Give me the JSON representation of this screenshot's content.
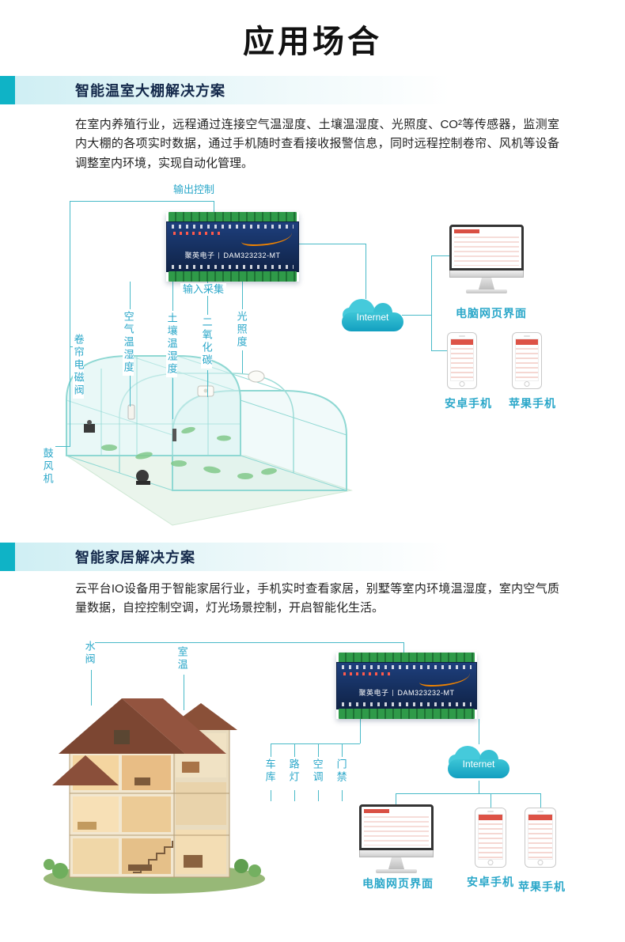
{
  "page": {
    "title": "应用场合"
  },
  "colors": {
    "accent_teal": "#0fb3c6",
    "label_blue": "#2aa7c9",
    "wire_teal": "#49bac8",
    "device_navy": "#16305e",
    "terminal_green": "#2f9a49",
    "device_orange": "#f08300"
  },
  "s1": {
    "heading": "智能温室大棚解决方案",
    "paragraph": "在室内养殖行业，远程通过连接空气温湿度、土壤温湿度、光照度、CO²等传感器，监测室内大棚的各项实时数据，通过手机随时查看接收报警信息，同时远程控制卷帘、风机等设备调整室内环境，实现自动化管理。",
    "device": {
      "brand": "聚英电子",
      "model": "DAM323232-MT"
    },
    "labels": {
      "output_control": "输出控制",
      "input_collect": "输入采集",
      "curtain_valve": "卷帘电磁阀",
      "air_temp_humidity": "空气温湿度",
      "soil_temp_humidity": "土壤温湿度",
      "co2": "二氧化碳",
      "illumination": "光照度",
      "blower": "鼓风机",
      "internet": "Internet",
      "pc_web": "电脑网页界面",
      "android": "安卓手机",
      "iphone": "苹果手机"
    }
  },
  "s2": {
    "heading": "智能家居解决方案",
    "paragraph": "云平台IO设备用于智能家居行业，手机实时查看家居，别墅等室内环境温湿度，室内空气质量数据，自控控制空调，灯光场景控制，开启智能化生活。",
    "device": {
      "brand": "聚英电子",
      "model": "DAM323232-MT"
    },
    "labels": {
      "water_valve": "水阀",
      "room_temp": "室温",
      "garage": "车库",
      "street_lamp": "路灯",
      "air_conditioner": "空调",
      "access_control": "门禁",
      "internet": "Internet",
      "pc_web": "电脑网页界面",
      "android": "安卓手机",
      "iphone": "苹果手机"
    }
  }
}
